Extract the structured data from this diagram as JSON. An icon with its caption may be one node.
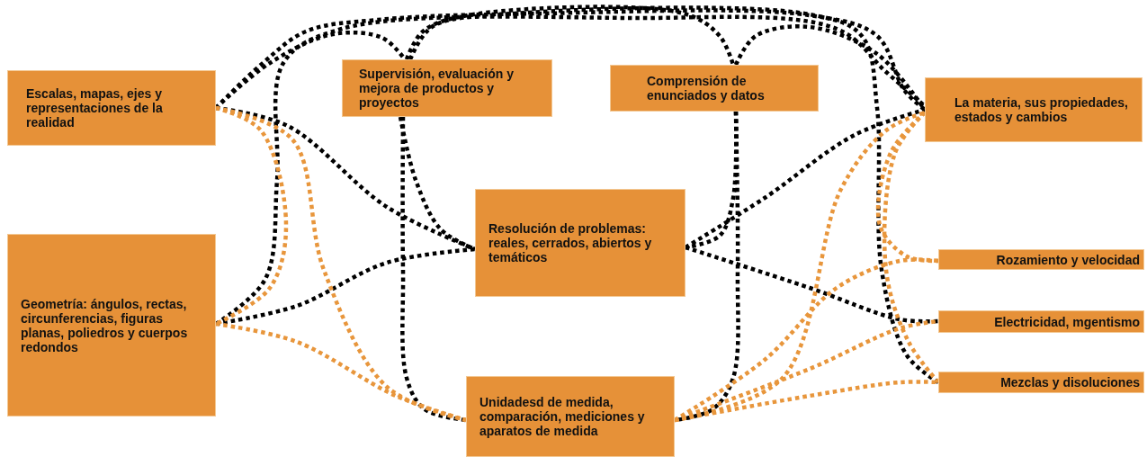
{
  "diagram": {
    "nodes": [
      {
        "text": [
          "Escalas, mapas, ejes y representaciones de la realidad"
        ]
      },
      {
        "text": [
          "Supervisión, evaluación y mejora de productos y proyectos"
        ]
      },
      {
        "text": [
          "Comprensión de enunciados y datos"
        ]
      },
      {
        "text": [
          "La materia, sus propiedades, estados y cambios"
        ]
      },
      {
        "text": [
          "Geometría: ángulos, rectas, circunferencias, figuras planas, poliedros y cuerpos redondos"
        ]
      },
      {
        "text": [
          "Resolución de problemas: reales, cerrados, abiertos y temáticos"
        ]
      },
      {
        "text": [
          "Rozamiento y velocidad"
        ]
      },
      {
        "text": [
          "Electricidad, mgentismo"
        ]
      },
      {
        "text": [
          "Mezclas y disoluciones"
        ]
      },
      {
        "text": [
          "Unidadesd de medida, comparación, mediciones y aparatos de medida"
        ]
      }
    ],
    "edges": [
      {
        "from": 0,
        "to": 1,
        "arrow": "none"
      },
      {
        "from": 0,
        "to": 3,
        "arrow": "none"
      },
      {
        "from": 0,
        "to": 5,
        "arrow": "none"
      },
      {
        "from": 4,
        "to": 3,
        "arrow": "none"
      },
      {
        "from": 1,
        "to": 2,
        "arrow": "none"
      },
      {
        "from": 1,
        "to": 9,
        "arrow": "none"
      },
      {
        "from": 1,
        "to": 5,
        "arrow": "none"
      },
      {
        "from": 2,
        "to": 3,
        "arrow": "none"
      },
      {
        "from": 2,
        "to": 9,
        "arrow": "none"
      },
      {
        "from": 2,
        "to": 5,
        "arrow": "none"
      },
      {
        "from": 4,
        "to": 5,
        "arrow": "none"
      },
      {
        "from": 5,
        "to": 3,
        "arrow": "none"
      },
      {
        "from": 5,
        "to": 7,
        "arrow": "none"
      },
      {
        "from": 1,
        "to": 8,
        "arrow": "none"
      },
      {
        "from": 0,
        "to": 4,
        "arrow": "none",
        "color": "#e8963c"
      },
      {
        "from": 0,
        "to": 9,
        "arrow": "none",
        "color": "#e8963c"
      },
      {
        "from": 4,
        "to": 9,
        "arrow": "none",
        "color": "#e8963c"
      },
      {
        "from": 9,
        "to": 3,
        "arrow": "none",
        "color": "#e8963c"
      },
      {
        "from": 9,
        "to": 6,
        "arrow": "none",
        "color": "#e8963c"
      },
      {
        "from": 9,
        "to": 7,
        "arrow": "none",
        "color": "#e8963c"
      },
      {
        "from": 9,
        "to": 8,
        "arrow": "none",
        "color": "#e8963c"
      },
      {
        "from": 3,
        "to": 6,
        "arrow": "none",
        "color": "#e8963c"
      },
      {
        "from": 3,
        "to": 8,
        "arrow": "none",
        "color": "#e8963c"
      }
    ]
  }
}
